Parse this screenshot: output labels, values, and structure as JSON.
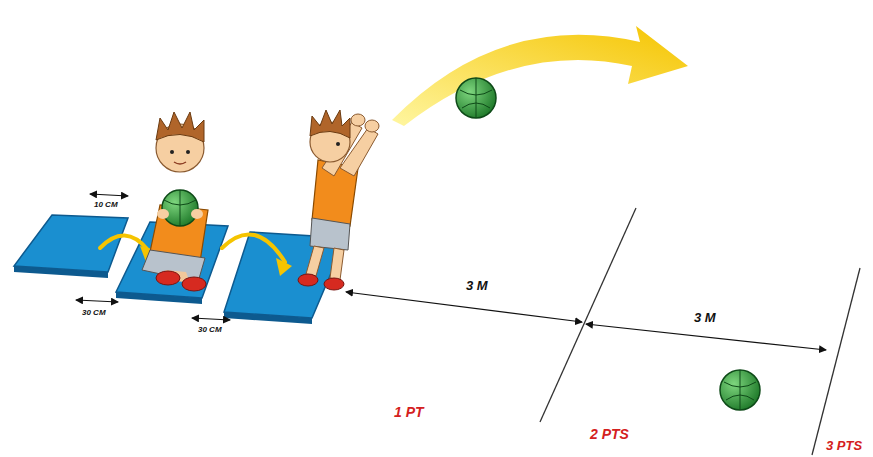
{
  "diagram": {
    "labels": [
      "10 CM",
      "30 CM",
      "30 CM",
      "3 M",
      "3 M",
      "1 PT",
      "2 PTS",
      "3 PTS"
    ]
  }
}
